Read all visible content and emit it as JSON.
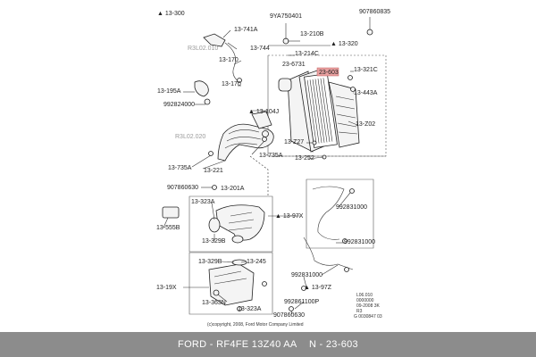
{
  "labels": {
    "ref_13300": "▲ 13-300",
    "p_9ya750401": "9YA750401",
    "p_907860835": "907860835",
    "p_13741a": "13-741A",
    "p_13210b": "13-210B",
    "p_13320": "▲ 13-320",
    "ref_r3l02010": "R3L02.010",
    "p_13744": "13-744",
    "p_13214c": "13-214C",
    "p_13170a": "13-170",
    "p_236731": "23-6731",
    "p_23603": "23-603",
    "p_13321c": "13-321C",
    "p_13170b": "13-170",
    "p_13195a": "13-195A",
    "p_13443a": "13-443A",
    "p_992824000": "992824000",
    "p_13104j": "▲ 13-104J",
    "p_13z02": "13-Z02",
    "ref_r3l02020": "R3L02.020",
    "p_13z27": "13-Z27",
    "p_13735a_a": "13-735A",
    "p_13252": "13-252",
    "p_13735a_b": "13-735A",
    "p_13221": "13-221",
    "p_907860630a": "907860630",
    "p_13201a": "13-201A",
    "p_13323a_a": "13-323A",
    "p_1397x": "▲ 13-97X",
    "p_992831000a": "992831000",
    "p_13555b": "13-555B",
    "p_13329b_a": "13-329B",
    "p_992831000b": "992831000",
    "p_13329b_b": "13-329B",
    "p_13245": "13-245",
    "p_992831000c": "992831000",
    "p_1319x": "13-19X",
    "p_1397z": "▲ 13-97Z",
    "p_13363n": "13-363N",
    "p_992861100p": "992861100P",
    "p_13323a_b": "13-323A",
    "p_907860630b": "907860630",
    "info_1": "L06.010",
    "info_2": "0000000",
    "info_3": "09-2008 3K",
    "info_4": "R3",
    "info_5": "G 0030847 03",
    "copyright": "(c)copyright, 2008, Ford Motor Company Limited"
  },
  "footer": {
    "brand": "FORD",
    "model": "RF4FE 13Z40 AA",
    "sep": "N",
    "part": "23-603"
  },
  "colors": {
    "highlight": "#e8a0a0",
    "footer_bg": "#8c8c8c"
  }
}
